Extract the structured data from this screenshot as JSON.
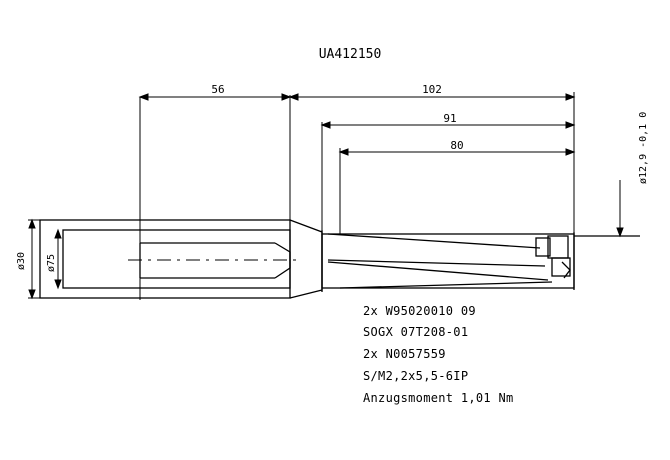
{
  "title": "UA412150",
  "dimensions": {
    "shank_length": "56",
    "overall_length": "102",
    "flute_length": "91",
    "usable_length": "80",
    "shank_diameter": "ø30",
    "inner_diameter": "ø75",
    "tip_tolerance": "ø12,9 -0,1 0"
  },
  "notes": [
    "2x W95020010 09",
    "SOGX 07T208-01",
    "2x N0057559",
    "S/M2,2x5,5-6IP",
    "Anzugsmoment 1,01 Nm"
  ]
}
